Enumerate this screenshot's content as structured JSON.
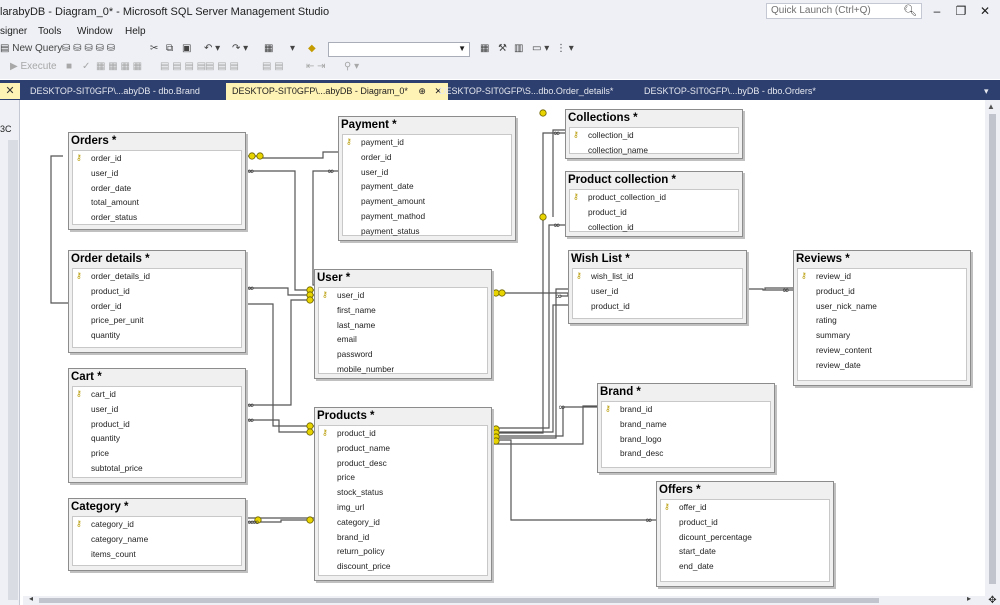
{
  "window": {
    "title": "larabyDB - Diagram_0* - Microsoft SQL Server Management Studio",
    "quick_launch_placeholder": "Quick Launch (Ctrl+Q)",
    "minimize": "–",
    "restore": "❐",
    "close": "✕"
  },
  "menu": {
    "designer": "signer",
    "tools": "Tools",
    "window": "Window",
    "help": "Help"
  },
  "toolbar": {
    "new_query": "New Query",
    "execute": "Execute"
  },
  "tabs": {
    "brand": "DESKTOP-SIT0GFP\\...abyDB - dbo.Brand",
    "diagram": "DESKTOP-SIT0GFP\\...abyDB - Diagram_0*",
    "order_details": "DESKTOP-SIT0GFP\\S...dbo.Order_details*",
    "orders": "DESKTOP-SIT0GFP\\...byDB - dbo.Orders*",
    "pin": "⊕",
    "close": "✕"
  },
  "left_panel": {
    "label": "3C"
  },
  "tables": {
    "orders": {
      "title": "Orders *",
      "columns": [
        "order_id",
        "user_id",
        "order_date",
        "total_amount",
        "order_status"
      ]
    },
    "order_details": {
      "title": "Order details *",
      "columns": [
        "order_details_id",
        "product_id",
        "order_id",
        "price_per_unit",
        "quantity"
      ]
    },
    "cart": {
      "title": "Cart *",
      "columns": [
        "cart_id",
        "user_id",
        "product_id",
        "quantity",
        "price",
        "subtotal_price"
      ]
    },
    "category": {
      "title": "Category *",
      "columns": [
        "category_id",
        "category_name",
        "items_count"
      ]
    },
    "payment": {
      "title": "Payment *",
      "columns": [
        "payment_id",
        "order_id",
        "user_id",
        "payment_date",
        "payment_amount",
        "payment_mathod",
        "payment_status"
      ]
    },
    "user": {
      "title": "User *",
      "columns": [
        "user_id",
        "first_name",
        "last_name",
        "email",
        "password",
        "mobile_number"
      ]
    },
    "products": {
      "title": "Products *",
      "columns": [
        "product_id",
        "product_name",
        "product_desc",
        "price",
        "stock_status",
        "img_url",
        "category_id",
        "brand_id",
        "return_policy",
        "discount_price"
      ]
    },
    "collections": {
      "title": "Collections *",
      "columns": [
        "collection_id",
        "collection_name"
      ]
    },
    "product_collection": {
      "title": "Product collection *",
      "columns": [
        "product_collection_id",
        "product_id",
        "collection_id"
      ]
    },
    "wish_list": {
      "title": "Wish List *",
      "columns": [
        "wish_list_id",
        "user_id",
        "product_id"
      ]
    },
    "reviews": {
      "title": "Reviews *",
      "columns": [
        "review_id",
        "product_id",
        "user_nick_name",
        "rating",
        "summary",
        "review_content",
        "review_date"
      ]
    },
    "brand": {
      "title": "Brand *",
      "columns": [
        "brand_id",
        "brand_name",
        "brand_logo",
        "brand_desc"
      ]
    },
    "offers": {
      "title": "Offers *",
      "columns": [
        "offer_id",
        "product_id",
        "dicount_percentage",
        "start_date",
        "end_date"
      ]
    }
  },
  "colors": {
    "title_bar": "#eef0f5",
    "tab_strip": "#2d3f6e",
    "active_tab": "#fff2b5",
    "key_icon": "#b79a00",
    "connector": "#555555"
  }
}
